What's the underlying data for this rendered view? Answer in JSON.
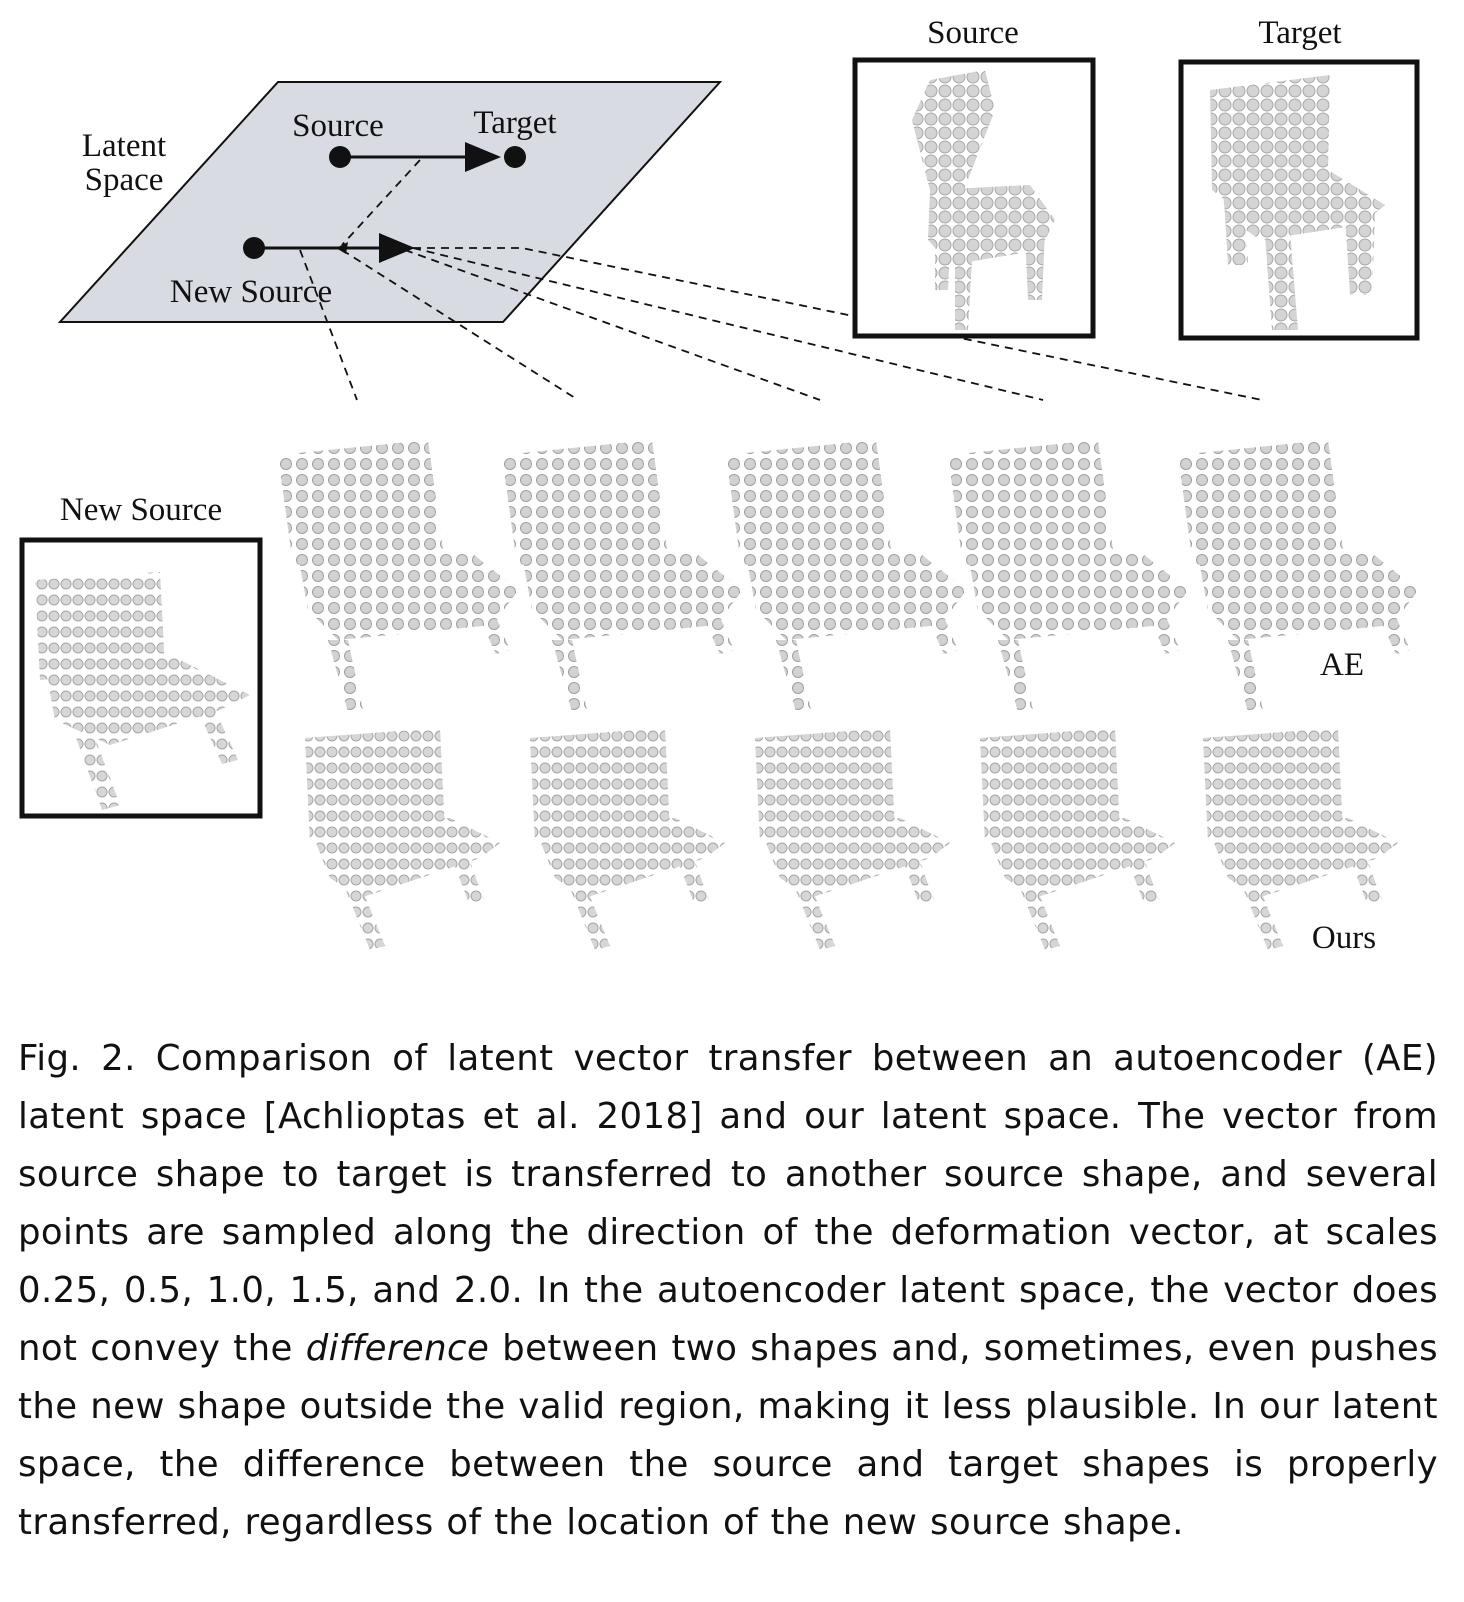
{
  "figure": {
    "latent_space_label_line1": "Latent",
    "latent_space_label_line2": "Space",
    "plane_source_label": "Source",
    "plane_target_label": "Target",
    "plane_new_source_label": "New Source",
    "source_panel_title": "Source",
    "target_panel_title": "Target",
    "new_source_panel_title": "New Source",
    "row_label_ae": "AE",
    "row_label_ours": "Ours"
  },
  "caption": {
    "part1": "Fig. 2.  Comparison of latent vector transfer between an autoencoder (AE) latent space [Achlioptas et al. 2018] and our latent space. The vector from source shape to target is transferred to another source shape, and several points are sampled along the direction of the deformation vector, at scales 0.25, 0.5, 1.0, 1.5, and 2.0. In the autoencoder latent space, the vector does not convey the ",
    "emphasis": "difference",
    "part2": " between two shapes and, sometimes, even pushes the new shape outside the valid region, making it less plausible. In our latent space, the difference between the source and target shapes is properly transferred, regardless of the location of the new source shape."
  }
}
